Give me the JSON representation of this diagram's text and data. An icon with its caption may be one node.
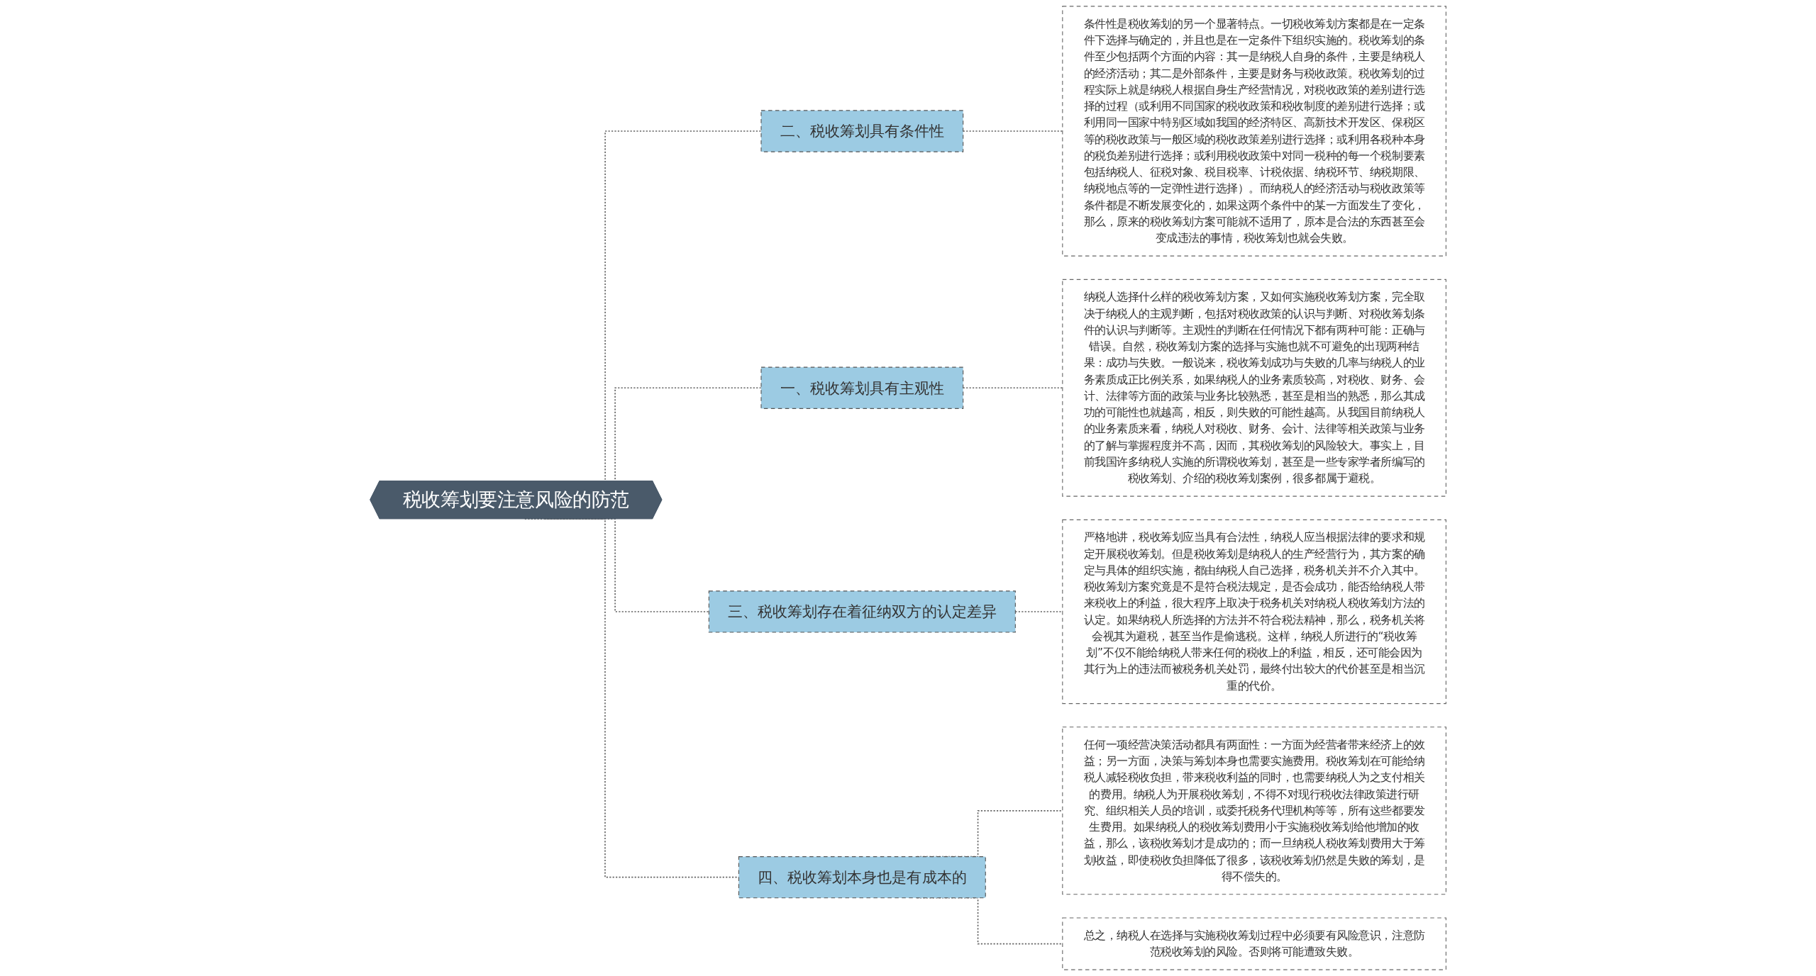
{
  "diagram": {
    "nodes": [
      {
        "text": [
          "税收筹划要注意风险的防范"
        ]
      },
      {
        "text": [
          "二、税收筹划具有条件性"
        ]
      },
      {
        "text": [
          "条件性是税收筹划的另一个显著特点。一切税收筹划方案都是在一定条件下选择与确定的，并且也是在一定条件下组织实施的。税收筹划的条件至少包括两个方面的内容：其一是纳税人自身的条件，主要是纳税人的经济活动；其二是外部条件，主要是财务与税收政策。税收筹划的过程实际上就是纳税人根据自身生产经营情况，对税收政策的差别进行选择的过程（或利用不同国家的税收政策和税收制度的差别进行选择；或利用同一国家中特别区域如我国的经济特区、高新技术开发区、保税区等的税收政策与一般区域的税收政策差别进行选择；或利用各税种本身的税负差别进行选择；或利用税收政策中对同一税种的每一个税制要素包括纳税人、征税对象、税目税率、计税依据、纳税环节、纳税期限、纳税地点等的一定弹性进行选择）。而纳税人的经济活动与税收政策等条件都是不断发展变化的，如果这两个条件中的某一方面发生了变化，那么，原来的税收筹划方案可能就不适用了，原本是合法的东西甚至会变成违法的事情，税收筹划也就会失败。"
        ]
      },
      {
        "text": [
          "一、税收筹划具有主观性"
        ]
      },
      {
        "text": [
          "纳税人选择什么样的税收筹划方案，又如何实施税收筹划方案，完全取决于纳税人的主观判断，包括对税收政策的认识与判断、对税收筹划条件的认识与判断等。主观性的判断在任何情况下都有两种可能：正确与错误。自然，税收筹划方案的选择与实施也就不可避免的出现两种结果：成功与失败。一般说来，税收筹划成功与失败的几率与纳税人的业务素质成正比例关系，如果纳税人的业务素质较高，对税收、财务、会计、法律等方面的政策与业务比较熟悉，甚至是相当的熟悉，那么其成功的可能性也就越高，相反，则失败的可能性越高。从我国目前纳税人的业务素质来看，纳税人对税收、财务、会计、法律等相关政策与业务的了解与掌握程度并不高，因而，其税收筹划的风险较大。事实上，目前我国许多纳税人实施的所谓税收筹划，甚至是一些专家学者所编写的税收筹划、介绍的税收筹划案例，很多都属于避税。"
        ]
      },
      {
        "text": [
          "三、税收筹划存在着征纳双方的认定差异"
        ]
      },
      {
        "text": [
          "严格地讲，税收筹划应当具有合法性，纳税人应当根据法律的要求和规定开展税收筹划。但是税收筹划是纳税人的生产经营行为，其方案的确定与具体的组织实施，都由纳税人自己选择，税务机关并不介入其中。税收筹划方案究竟是不是符合税法规定，是否会成功，能否给纳税人带来税收上的利益，很大程序上取决于税务机关对纳税人税收筹划方法的认定。如果纳税人所选择的方法并不符合税法精神，那么，税务机关将会视其为避税，甚至当作是偷逃税。这样，纳税人所进行的“税收筹划”不仅不能给纳税人带来任何的税收上的利益，相反，还可能会因为其行为上的违法而被税务机关处罚，最终付出较大的代价甚至是相当沉重的代价。"
        ]
      },
      {
        "text": [
          "四、税收筹划本身也是有成本的"
        ]
      },
      {
        "text": [
          "任何一项经营决策活动都具有两面性：一方面为经营者带来经济上的效益；另一方面，决策与筹划本身也需要实施费用。税收筹划在可能给纳税人减轻税收负担，带来税收利益的同时，也需要纳税人为之支付相关的费用。纳税人为开展税收筹划，不得不对现行税收法律政策进行研究、组织相关人员的培训，或委托税务代理机构等等，所有这些都要发生费用。如果纳税人的税收筹划费用小于实施税收筹划给他增加的收益，那么，该税收筹划才是成功的；而一旦纳税人税收筹划费用大于筹划收益，即使税收负担降低了很多，该税收筹划仍然是失败的筹划，是得不偿失的。"
        ]
      },
      {
        "text": [
          "总之，纳税人在选择与实施税收筹划过程中必须要有风险意识，注意防范税收筹划的风险。否则将可能遭致失败。"
        ]
      }
    ],
    "edges": [
      {
        "from": 0,
        "to": 1,
        "arrow": "none",
        "style": "dashed"
      },
      {
        "from": 1,
        "to": 2,
        "arrow": "none",
        "style": "dashed"
      },
      {
        "from": 0,
        "to": 3,
        "arrow": "none",
        "style": "dashed"
      },
      {
        "from": 3,
        "to": 4,
        "arrow": "none",
        "style": "dashed"
      },
      {
        "from": 0,
        "to": 5,
        "arrow": "none",
        "style": "dashed"
      },
      {
        "from": 5,
        "to": 6,
        "arrow": "none",
        "style": "dashed"
      },
      {
        "from": 0,
        "to": 7,
        "arrow": "none",
        "style": "dashed"
      },
      {
        "from": 7,
        "to": 8,
        "arrow": "none",
        "style": "dashed"
      },
      {
        "from": 7,
        "to": 9,
        "arrow": "none",
        "style": "dashed"
      }
    ]
  }
}
